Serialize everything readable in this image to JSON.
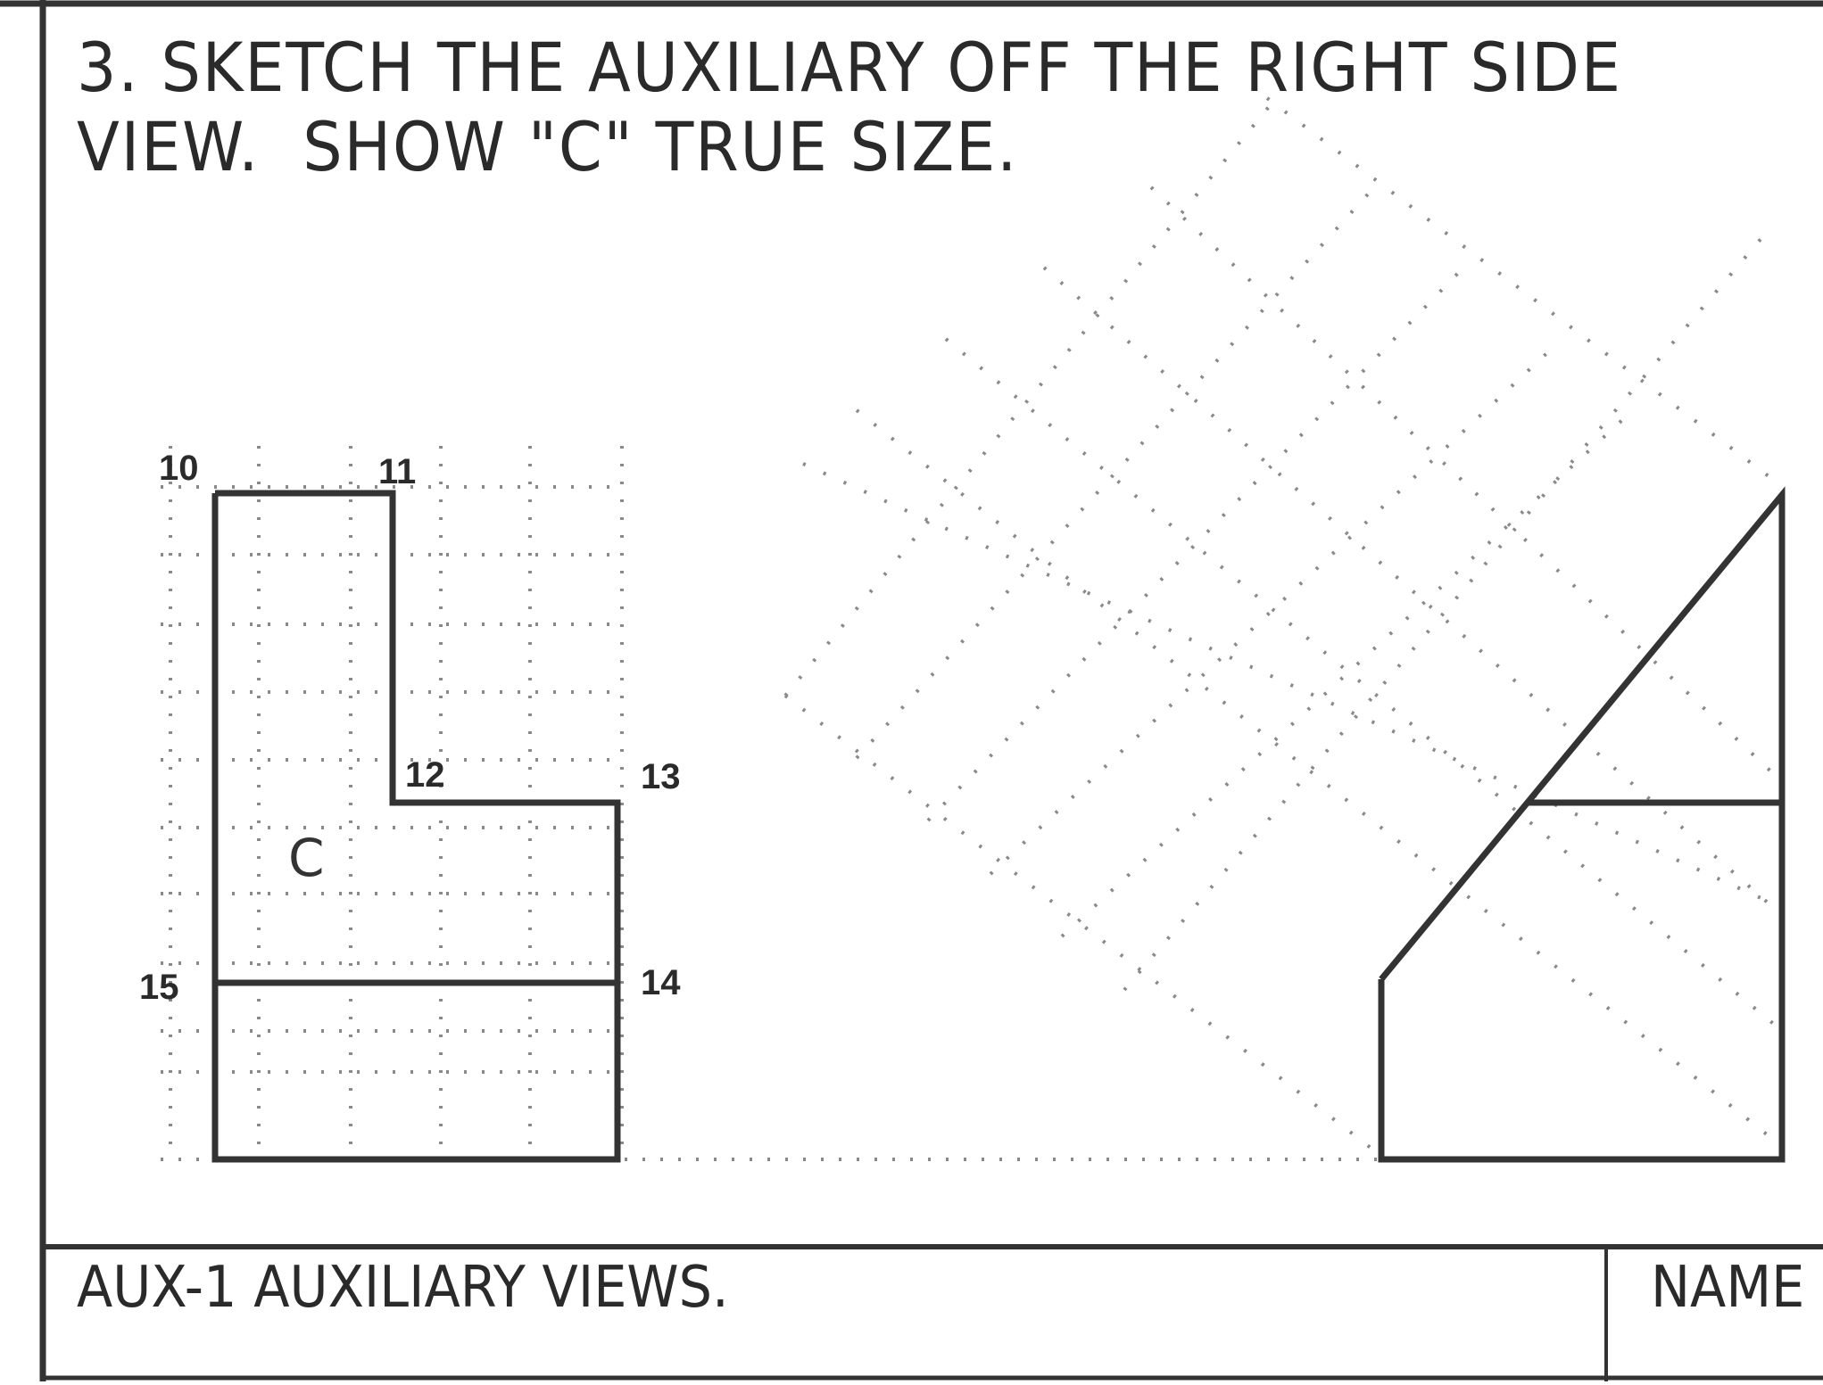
{
  "header": {
    "line1": "3. SKETCH THE AUXILIARY OFF THE RIGHT SIDE",
    "line2": "VIEW.  SHOW \"C\" TRUE SIZE."
  },
  "footer": {
    "title": "AUX-1 AUXILIARY VIEWS.",
    "name_label": "NAME"
  },
  "front_view": {
    "face_label": "C",
    "point_labels": {
      "p10": "10",
      "p11": "11",
      "p12": "12",
      "p13": "13",
      "p14": "14",
      "p15": "15"
    }
  },
  "colors": {
    "line": "#333333",
    "grid_dots": "#8a8a8a",
    "background": "#ffffff"
  }
}
